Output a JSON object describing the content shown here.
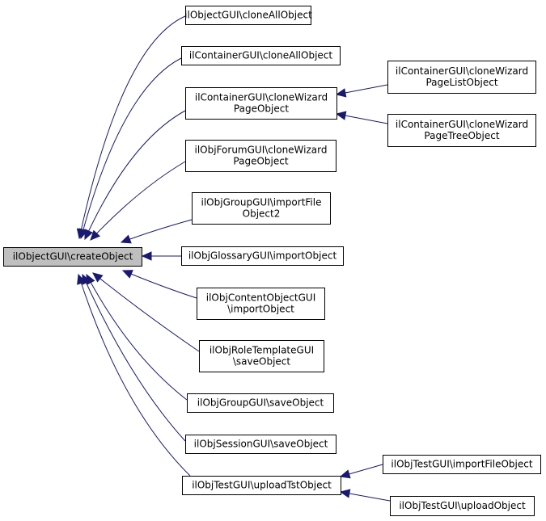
{
  "colors": {
    "edge": "#191970",
    "root_fill": "#bfbfbf",
    "node_fill": "#ffffff",
    "border": "#000000"
  },
  "nodes": [
    {
      "id": "root",
      "lines": [
        "ilObjectGUI\\createObject"
      ]
    },
    {
      "id": "n1",
      "lines": [
        "ilObjectGUI\\cloneAllObject"
      ]
    },
    {
      "id": "n2",
      "lines": [
        "ilContainerGUI\\cloneAllObject"
      ]
    },
    {
      "id": "n3",
      "lines": [
        "ilContainerGUI\\cloneWizard",
        "PageObject"
      ]
    },
    {
      "id": "n4",
      "lines": [
        "ilObjForumGUI\\cloneWizard",
        "PageObject"
      ]
    },
    {
      "id": "n5",
      "lines": [
        "ilObjGroupGUI\\importFile",
        "Object2"
      ]
    },
    {
      "id": "n6",
      "lines": [
        "ilObjGlossaryGUI\\importObject"
      ]
    },
    {
      "id": "n7",
      "lines": [
        "ilObjContentObjectGUI",
        "\\importObject"
      ]
    },
    {
      "id": "n8",
      "lines": [
        "ilObjRoleTemplateGUI",
        "\\saveObject"
      ]
    },
    {
      "id": "n9",
      "lines": [
        "ilObjGroupGUI\\saveObject"
      ]
    },
    {
      "id": "n10",
      "lines": [
        "ilObjSessionGUI\\saveObject"
      ]
    },
    {
      "id": "n11",
      "lines": [
        "ilObjTestGUI\\uploadTstObject"
      ]
    },
    {
      "id": "n12",
      "lines": [
        "ilContainerGUI\\cloneWizard",
        "PageListObject"
      ]
    },
    {
      "id": "n13",
      "lines": [
        "ilContainerGUI\\cloneWizard",
        "PageTreeObject"
      ]
    },
    {
      "id": "n14",
      "lines": [
        "ilObjTestGUI\\importFileObject"
      ]
    },
    {
      "id": "n15",
      "lines": [
        "ilObjTestGUI\\uploadObject"
      ]
    }
  ],
  "edges": [
    {
      "from": "n1",
      "to": "root"
    },
    {
      "from": "n2",
      "to": "root"
    },
    {
      "from": "n3",
      "to": "root"
    },
    {
      "from": "n4",
      "to": "root"
    },
    {
      "from": "n5",
      "to": "root"
    },
    {
      "from": "n6",
      "to": "root"
    },
    {
      "from": "n7",
      "to": "root"
    },
    {
      "from": "n8",
      "to": "root"
    },
    {
      "from": "n9",
      "to": "root"
    },
    {
      "from": "n10",
      "to": "root"
    },
    {
      "from": "n11",
      "to": "root"
    },
    {
      "from": "n12",
      "to": "n3"
    },
    {
      "from": "n13",
      "to": "n3"
    },
    {
      "from": "n14",
      "to": "n11"
    },
    {
      "from": "n15",
      "to": "n11"
    }
  ]
}
